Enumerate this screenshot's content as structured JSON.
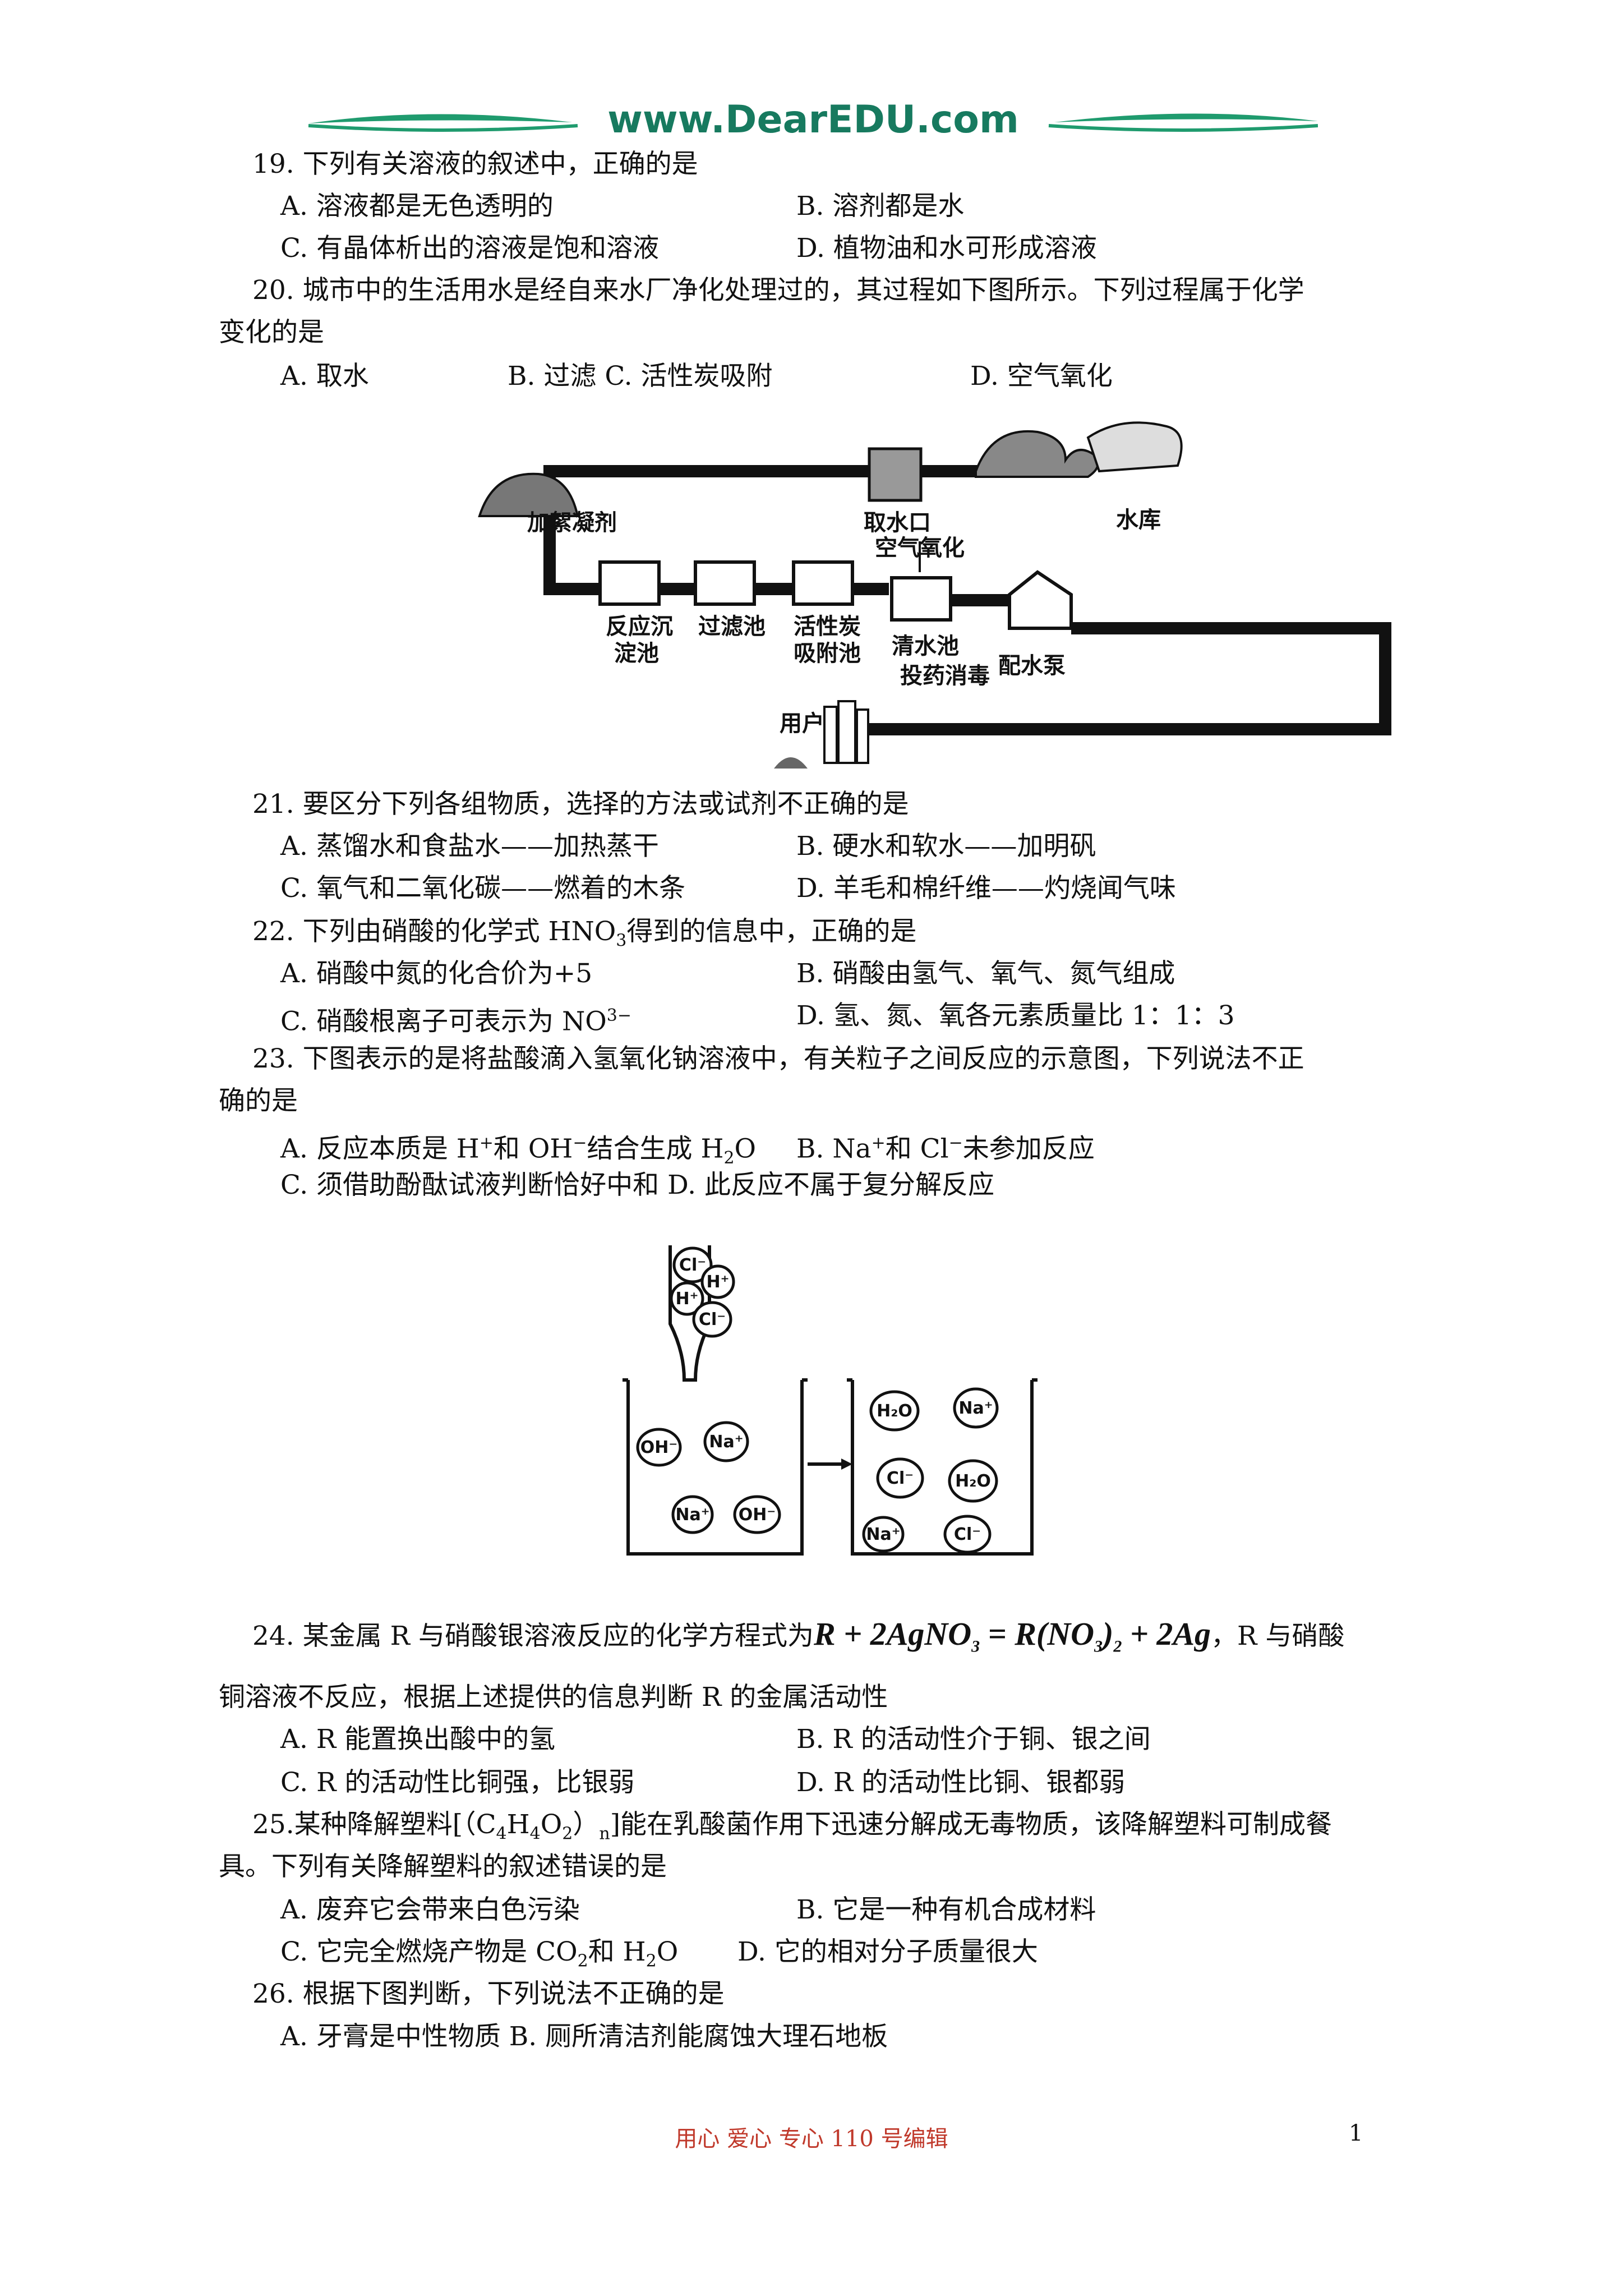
{
  "header": {
    "site": "www.DearEDU.com"
  },
  "q19": {
    "stem": "19. 下列有关溶液的叙述中，正确的是",
    "a": "A. 溶液都是无色透明的",
    "b": "B. 溶剂都是水",
    "c": "C. 有晶体析出的溶液是饱和溶液",
    "d": "D. 植物油和水可形成溶液"
  },
  "q20": {
    "stem1": "20. 城市中的生活用水是经自来水厂净化处理过的，其过程如下图所示。下列过程属于化学",
    "stem2": "变化的是",
    "a": "A. 取水",
    "bc": "B. 过滤 C. 活性炭吸附",
    "d": "D. 空气氧化",
    "figure": {
      "intake": "取水口",
      "reservoir": "水库",
      "coagulant": "加絮凝剂",
      "air_oxidation": "空气氧化",
      "reaction_tank_1": "反应沉",
      "reaction_tank_2": "淀池",
      "filter_tank": "过滤池",
      "carbon_tank_1": "活性炭",
      "carbon_tank_2": "吸附池",
      "clear_tank": "清水池",
      "pump": "配水泵",
      "disinfect": "投药消毒",
      "user": "用户"
    }
  },
  "q21": {
    "stem": "21. 要区分下列各组物质，选择的方法或试剂不正确的是",
    "a": "A. 蒸馏水和食盐水——加热蒸干",
    "b": "B. 硬水和软水——加明矾",
    "c": "C. 氧气和二氧化碳——燃着的木条",
    "d": "D. 羊毛和棉纤维——灼烧闻气味"
  },
  "q22": {
    "stem_pre": "22. 下列由硝酸的化学式 HNO",
    "stem_sub": "3",
    "stem_post": "得到的信息中，正确的是",
    "a": "A. 硝酸中氮的化合价为+5",
    "b": "B. 硝酸由氢气、氧气、氮气组成",
    "c_pre": "C. 硝酸根离子可表示为 NO",
    "c_sup": "3−",
    "d": "D. 氢、氮、氧各元素质量比 1：1：3"
  },
  "q23": {
    "stem1": "23. 下图表示的是将盐酸滴入氢氧化钠溶液中，有关粒子之间反应的示意图，下列说法不正",
    "stem2": "确的是",
    "a_1": "A. 反应本质是 H",
    "a_sup1": "+",
    "a_2": "和 OH",
    "a_sup2": "−",
    "a_3": "结合生成 H",
    "a_sub": "2",
    "a_4": "O",
    "b_1": "B. Na",
    "b_sup1": "+",
    "b_2": "和 Cl",
    "b_sup2": "−",
    "b_3": "未参加反应",
    "cd": "C. 须借助酚酞试液判断恰好中和 D. 此反应不属于复分解反应",
    "figure": {
      "cl": "Cl⁻",
      "h": "H⁺",
      "oh": "OH⁻",
      "na": "Na⁺",
      "h2o": "H₂O"
    }
  },
  "q24": {
    "stem_pre": "24. 某金属 R 与硝酸银溶液反应的化学方程式为",
    "eq_1": "R + 2AgNO",
    "eq_sub1": "3",
    "eq_2": " = R(NO",
    "eq_sub2": "3",
    "eq_3": ")",
    "eq_sub3": "2",
    "eq_4": " + 2Ag",
    "stem_post": "，R 与硝酸",
    "stem2": "铜溶液不反应，根据上述提供的信息判断 R 的金属活动性",
    "a": "A. R 能置换出酸中的氢",
    "b": "B. R 的活动性介于铜、银之间",
    "c": "C. R 的活动性比铜强，比银弱",
    "d": "D. R 的活动性比铜、银都弱"
  },
  "q25": {
    "stem_1": "25.某种降解塑料[（C",
    "sub1": "4",
    "stem_2": "H",
    "sub2": "4",
    "stem_3": "O",
    "sub3": "2",
    "stem_4": "）",
    "sub4": "n",
    "stem_5": "]能在乳酸菌作用下迅速分解成无毒物质，该降解塑料可制成餐",
    "stem2": "具。下列有关降解塑料的叙述错误的是",
    "a": "A. 废弃它会带来白色污染",
    "b": "B. 它是一种有机合成材料",
    "c_1": "C. 它完全燃烧产物是 CO",
    "c_sub1": "2",
    "c_2": "和 H",
    "c_sub2": "2",
    "c_3": "O",
    "d": "D. 它的相对分子质量很大"
  },
  "q26": {
    "stem": "26. 根据下图判断，下列说法不正确的是",
    "ab": "A. 牙膏是中性物质 B. 厕所清洁剂能腐蚀大理石地板"
  },
  "footer": {
    "text": "用心 爱心 专心  110 号编辑",
    "page": "1"
  }
}
